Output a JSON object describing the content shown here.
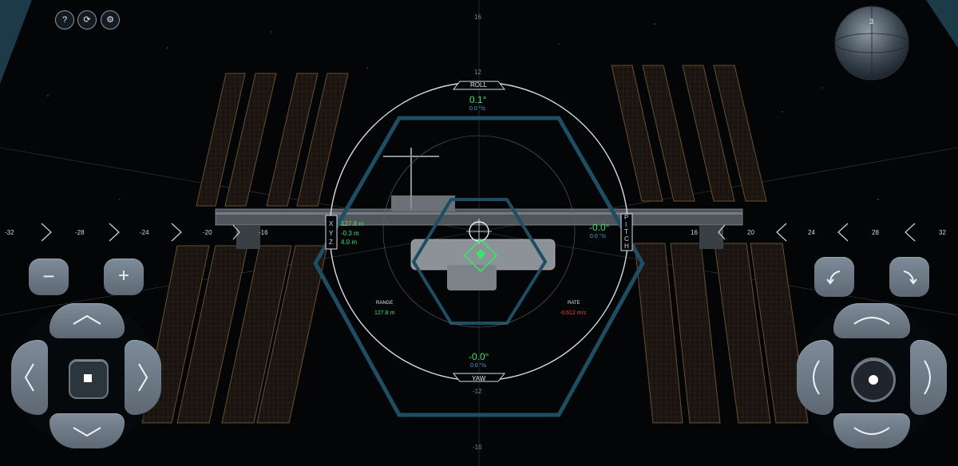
{
  "top_bar": {
    "help_label": "?",
    "refresh_icon": "refresh-icon",
    "settings_icon": "gear-icon"
  },
  "hud": {
    "roll": {
      "title": "ROLL",
      "value": "0.1°",
      "rate": "0.0 °/s"
    },
    "yaw": {
      "title": "YAW",
      "value": "-0.0°",
      "rate": "0.0 °/s"
    },
    "pitch": {
      "letters": [
        "P",
        "I",
        "T",
        "C",
        "H"
      ],
      "value": "-0.0°",
      "rate": "0.0 °/s"
    },
    "translation": {
      "axes": [
        "X",
        "Y",
        "Z"
      ],
      "values": [
        "127.8 m",
        "-0.3 m",
        "4.0 m"
      ]
    },
    "range": {
      "label": "RANGE",
      "value": "127.8 m"
    },
    "rate": {
      "label": "RATE",
      "value": "-0.612 m/s"
    },
    "top_tick": "16",
    "top_tick_2": "12",
    "bottom_tick": "-16",
    "bottom_tick_2": "-12",
    "horizontal_scale_left": [
      "-32",
      "-28",
      "-24",
      "-20",
      "-16"
    ],
    "horizontal_scale_right": [
      "16",
      "20",
      "24",
      "28",
      "32"
    ]
  },
  "left_controls": {
    "zoom_out_label": "−",
    "zoom_in_label": "+",
    "up_icon": "chevron-up-icon",
    "down_icon": "chevron-down-icon",
    "left_icon": "chevron-left-icon",
    "right_icon": "chevron-right-icon",
    "center_icon": "stop-square-icon"
  },
  "right_controls": {
    "roll_left_icon": "rotate-left-icon",
    "roll_right_icon": "rotate-right-icon",
    "pitch_up_icon": "arc-up-icon",
    "pitch_down_icon": "arc-down-icon",
    "yaw_left_icon": "arc-left-icon",
    "yaw_right_icon": "arc-right-icon",
    "center_icon": "dot-icon"
  },
  "attitude_sphere": {
    "label": "3"
  },
  "colors": {
    "hud_green": "#39e46a",
    "hud_blue": "#4fa3e6",
    "rate_red": "#ff3b3b",
    "hexagon": "#1d4e63"
  }
}
